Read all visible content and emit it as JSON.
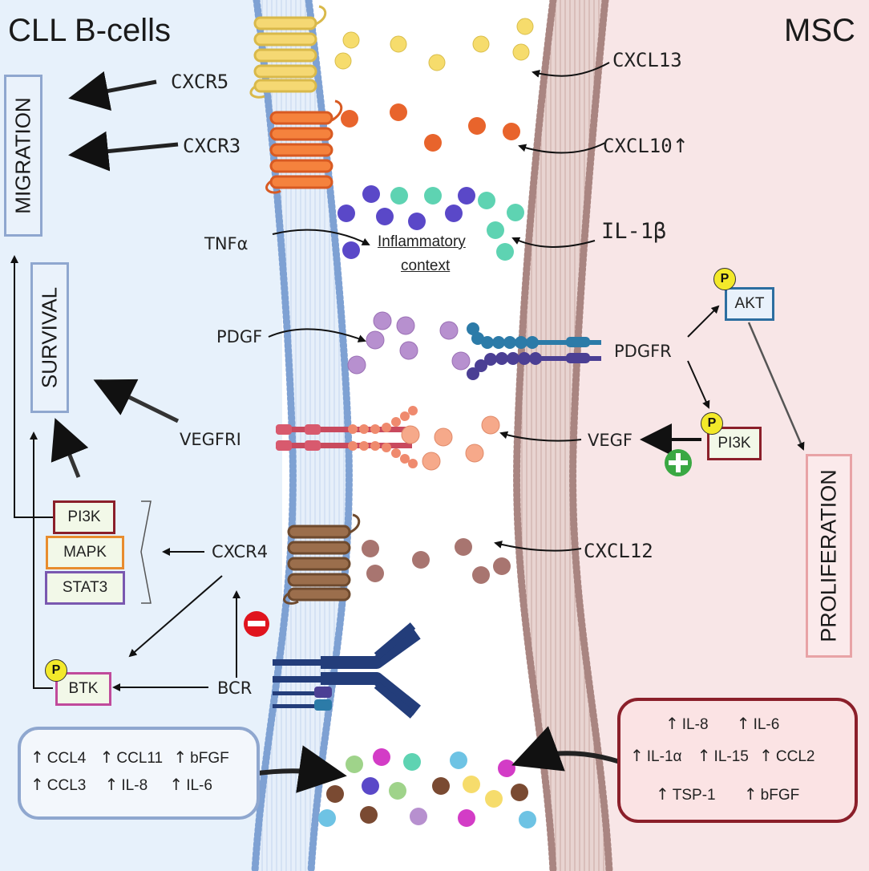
{
  "titles": {
    "left": "CLL B-cells",
    "right": "MSC"
  },
  "outcomes": {
    "migration": "MIGRATION",
    "survival": "SURVIVAL",
    "proliferation": "PROLIFERATION"
  },
  "receptors": {
    "cxcr5": "CXCR5",
    "cxcr3": "CXCR3",
    "tnfa": "TNFα",
    "pdgf": "PDGF",
    "vegfri": "VEGFRI",
    "cxcr4": "CXCR4",
    "bcr": "BCR",
    "pdgfr": "PDGFR"
  },
  "ligands": {
    "cxcl13": "CXCL13",
    "cxcl10": "CXCL10",
    "cxcl10_arrow": "↑",
    "il1b": "IL-1β",
    "vegf": "VEGF",
    "cxcl12": "CXCL12"
  },
  "inflammatory": {
    "line1": "Inflammatory",
    "line2": "context"
  },
  "kinases": {
    "pi3k_left": "PI3K",
    "mapk": "MAPK",
    "stat3": "STAT3",
    "btk": "BTK",
    "akt": "AKT",
    "pi3k_right": "PI3K",
    "p": "P"
  },
  "cll_secreted": {
    "up": "↑",
    "row1": [
      "CCL4",
      "CCL11",
      "bFGF"
    ],
    "row2": [
      "CCL3",
      "IL-8",
      "IL-6"
    ]
  },
  "msc_secreted": {
    "up": "↑",
    "row1": [
      "IL-8",
      "IL-6"
    ],
    "row2": [
      "IL-1α",
      "IL-15",
      "CCL2"
    ],
    "row3": [
      "TSP-1",
      "bFGF"
    ]
  },
  "colors": {
    "cll_bg": "#e7f1fb",
    "msc_bg": "#f8e6e7",
    "cxcl13": "#f6dc6c",
    "cxcl10": "#e8642c",
    "inflam_purple": "#5a48c8",
    "inflam_teal": "#5ed3b2",
    "pdgf": "#b790cf",
    "vegf": "#f6a98a",
    "cxcl12": "#a87570",
    "membrane_blue": "#a9c3e6",
    "membrane_brown": "#c7a6a2"
  }
}
